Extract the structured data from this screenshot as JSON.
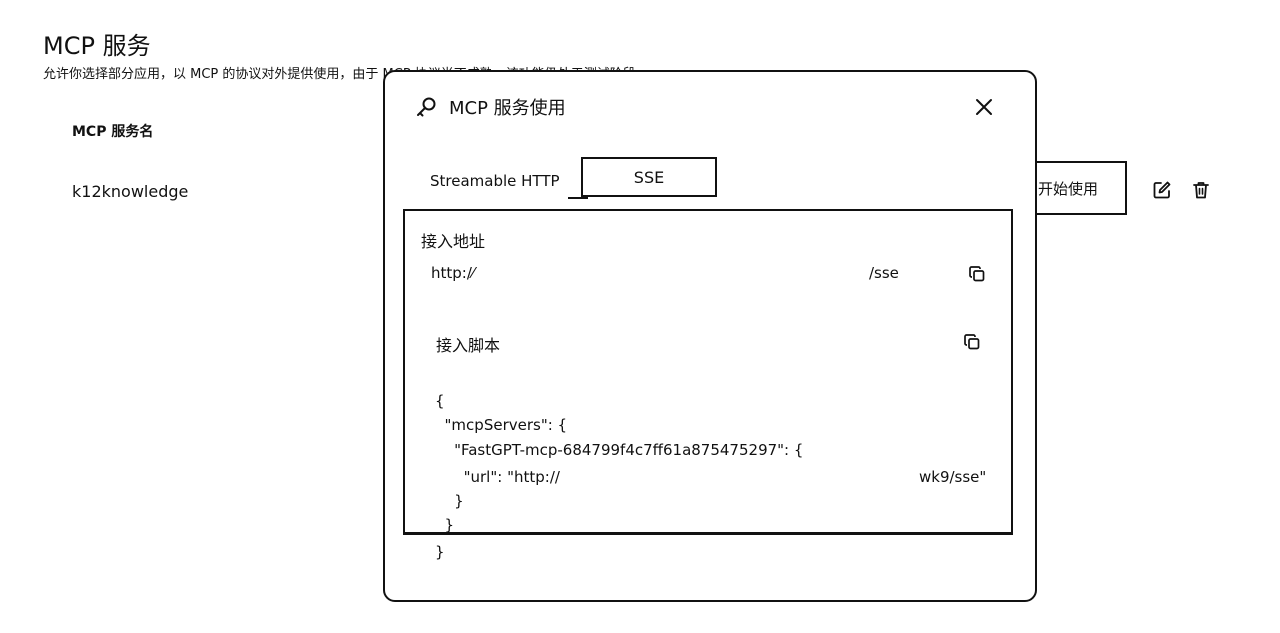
{
  "page": {
    "title": "MCP 服务",
    "description": "允许你选择部分应用，以 MCP 的协议对外提供使用，由于 MCP 协议尚不成熟，该功能仍处于测试阶段",
    "column_header": "MCP 服务名",
    "rows": [
      {
        "name": "k12knowledge",
        "start_label": "开始使用",
        "edit_icon": "edit-icon",
        "delete_icon": "trash-icon"
      }
    ]
  },
  "modal": {
    "icon": "key-icon",
    "title": "MCP 服务使用",
    "close_icon": "close-icon",
    "tabs": [
      {
        "label": "Streamable HTTP",
        "active": false
      },
      {
        "label": "SSE",
        "active": true
      }
    ],
    "address_label": "接入地址",
    "address_start": "http:/⁄",
    "address_end": "/sse",
    "script_label": "接入脚本",
    "script_lines": [
      "{",
      "  \"mcpServers\": {",
      "    \"FastGPT-mcp-684799f4c7ff61a875475297\": {",
      "      \"url\": \"http://",
      "wk9/sse\"",
      "    }",
      "  }",
      "}"
    ]
  }
}
